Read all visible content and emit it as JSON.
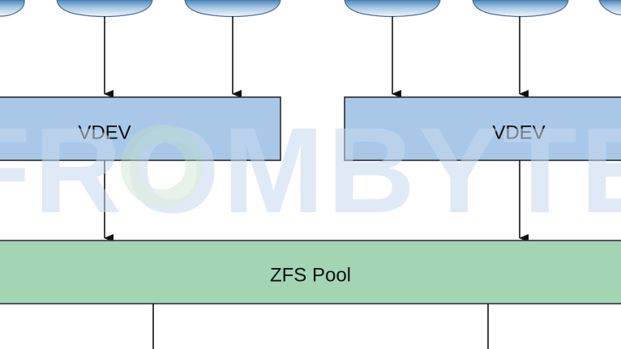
{
  "diagram": {
    "vdev_left": {
      "label": "VDEV"
    },
    "vdev_right": {
      "label": "VDEV"
    },
    "pool": {
      "label": "ZFS Pool"
    }
  },
  "watermark": {
    "text": "FROMBYTE",
    "colors": {
      "main": "#d5e2f1",
      "accent": "#cfe6d3"
    }
  },
  "colors": {
    "disk_top": "#4b87bf",
    "disk_bottom": "#f2f7fc",
    "vdev_fill": "#a9c8e8",
    "vdev_stroke": "#2a2a2a",
    "pool_fill": "#a3d4b4",
    "pool_stroke": "#333333",
    "line": "#111111"
  }
}
